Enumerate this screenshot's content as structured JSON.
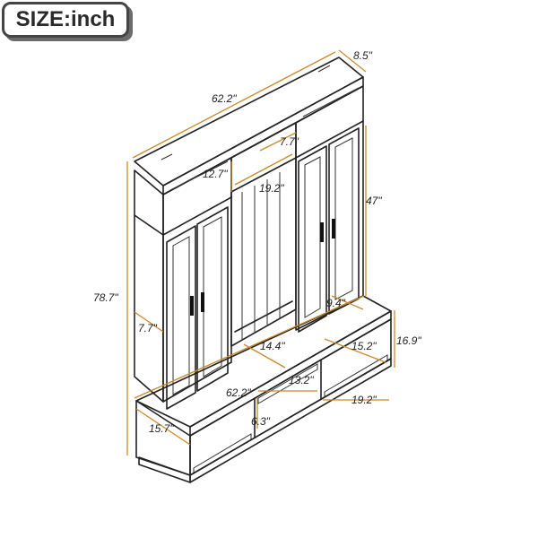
{
  "badge": {
    "text": "SIZE:inch"
  },
  "colors": {
    "dimension_line": "#c98a2a",
    "outline": "#222222",
    "badge_fill": "#444444"
  },
  "dimensions": {
    "depth_top": "8.5\"",
    "width_top": "62.2\"",
    "niche_width": "7.7\"",
    "upper_shelf_height": "12.7\"",
    "top_shelf_width": "19.2\"",
    "cabinet_height": "47\"",
    "total_height": "78.7\"",
    "side_depth": "7.7\"",
    "cabinet_depth": "9.4\"",
    "bench_height": "16.9\"",
    "coat_area_width": "14.4\"",
    "right_cubby_depth": "15.2\"",
    "bench_width": "62.2\"",
    "middle_cubby_width": "13.2\"",
    "right_cubby_width": "19.2\"",
    "bench_depth": "15.7\"",
    "middle_cubby_height": "6.3\""
  }
}
